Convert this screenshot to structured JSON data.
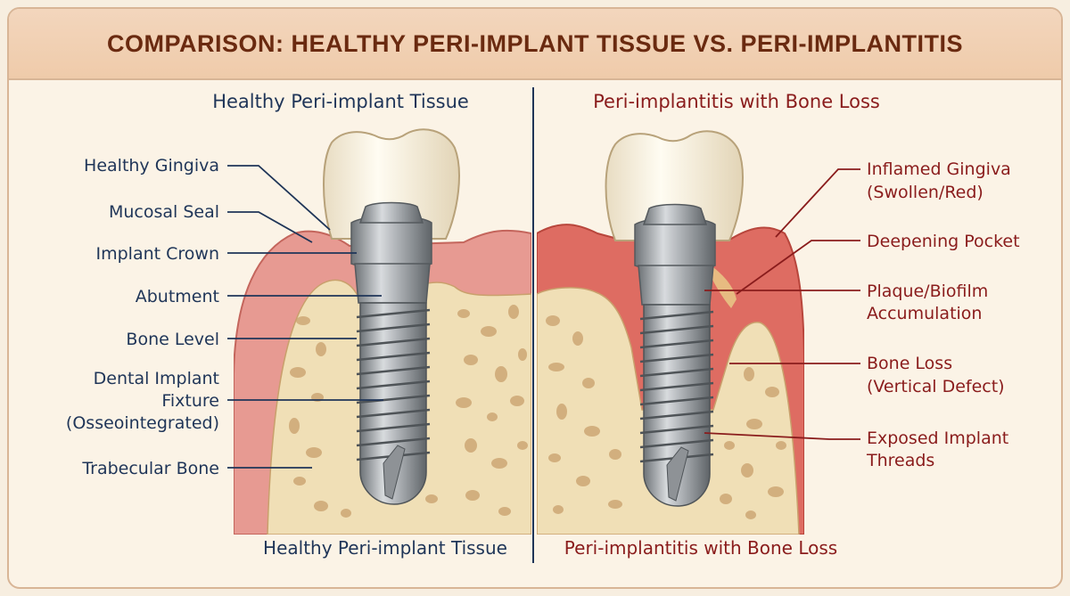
{
  "title": "COMPARISON: HEALTHY PERI-IMPLANT TISSUE VS. PERI-IMPLANTITIS",
  "colors": {
    "navy": "#1f3558",
    "maroon": "#8a1c1c",
    "title": "#6a2a10",
    "gum": "#e79a92",
    "gum_inflamed": "#de6c62",
    "bone": "#f0dfb6",
    "pore": "#c9a06c",
    "metal": "#a9adb1",
    "crown": "#fbf6ea"
  },
  "left": {
    "heading": "Healthy Peri-implant Tissue",
    "caption": "Healthy Peri-implant Tissue",
    "labels": [
      [
        "Healthy Gingiva"
      ],
      [
        "Mucosal Seal"
      ],
      [
        "Implant Crown"
      ],
      [
        "Abutment"
      ],
      [
        "Bone Level"
      ],
      [
        "Dental Implant",
        "Fixture",
        "(Osseointegrated)"
      ],
      [
        "Trabecular Bone"
      ]
    ]
  },
  "right": {
    "heading": "Peri-implantitis with Bone Loss",
    "caption": "Peri-implantitis with Bone Loss",
    "labels": [
      [
        "Inflamed Gingiva",
        "(Swollen/Red)"
      ],
      [
        "Deepening Pocket"
      ],
      [
        "Plaque/Biofilm",
        "Accumulation"
      ],
      [
        "Bone Loss",
        "(Vertical Defect)"
      ],
      [
        "Exposed Implant",
        "Threads"
      ]
    ]
  }
}
